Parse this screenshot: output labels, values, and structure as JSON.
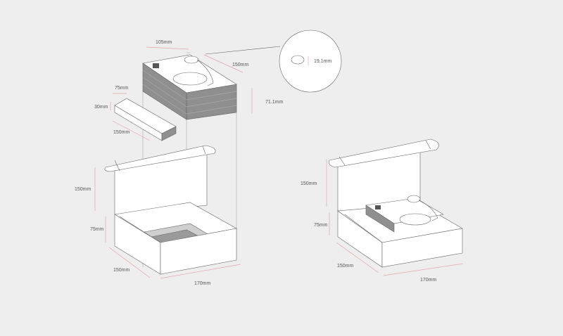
{
  "colors": {
    "background": "#eeeeef",
    "line": "#666666",
    "dimension": "#e5a5a5",
    "shade": "#8f8f8f"
  },
  "exploded_view": {
    "record_box": {
      "width": "105mm",
      "depth": "150mm",
      "height": "71.1mm"
    },
    "insert": {
      "width": "75mm",
      "height": "30mm",
      "length": "150mm"
    },
    "outer_box": {
      "lid_height": "150mm",
      "height": "75mm",
      "depth": "150mm",
      "width": "170mm"
    },
    "detail": {
      "knob": "19.1mm"
    }
  },
  "assembled_view": {
    "lid_height": "150mm",
    "height": "75mm",
    "depth": "150mm",
    "width": "170mm"
  }
}
